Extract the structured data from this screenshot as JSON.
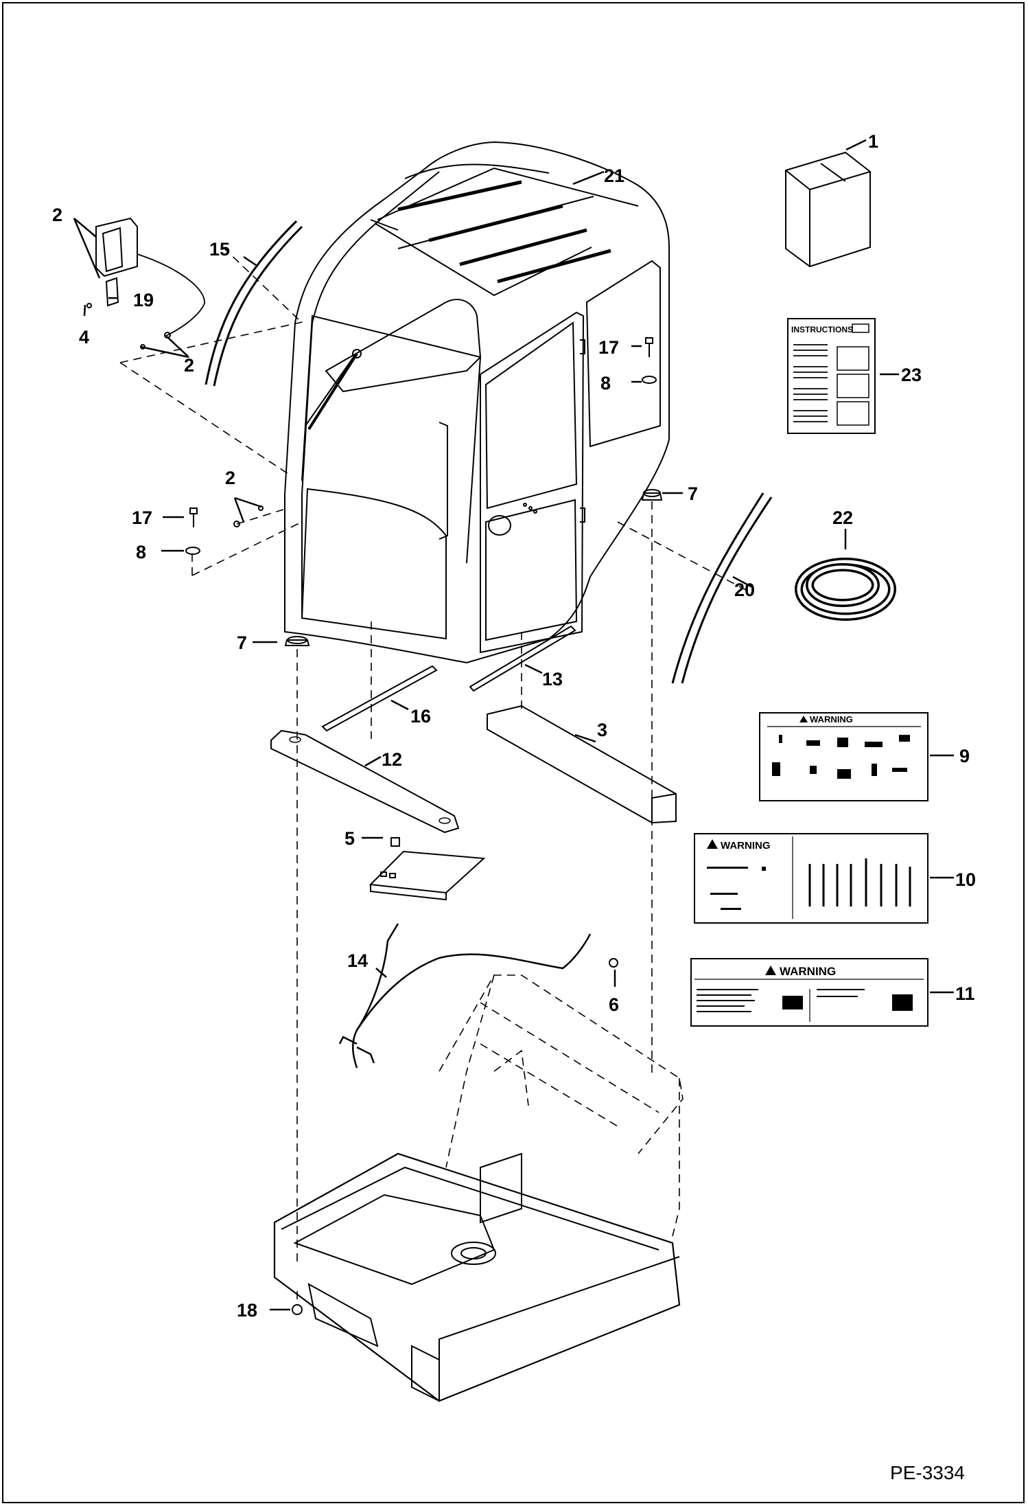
{
  "figure_code": "PE-3334",
  "callouts": {
    "c1": "1",
    "c2a": "2",
    "c2b": "2",
    "c2c": "2",
    "c3": "3",
    "c4": "4",
    "c5": "5",
    "c6": "6",
    "c7a": "7",
    "c7b": "7",
    "c8a": "8",
    "c8b": "8",
    "c9": "9",
    "c10": "10",
    "c11": "11",
    "c12": "12",
    "c13": "13",
    "c14": "14",
    "c15": "15",
    "c16": "16",
    "c17a": "17",
    "c17b": "17",
    "c18": "18",
    "c19": "19",
    "c20": "20",
    "c21": "21",
    "c22": "22",
    "c23": "23"
  },
  "manual_title": "INSTRUCTIONS",
  "decals": {
    "warning_9": "WARNING",
    "warning_10": "WARNING",
    "warning_11": "WARNING"
  }
}
